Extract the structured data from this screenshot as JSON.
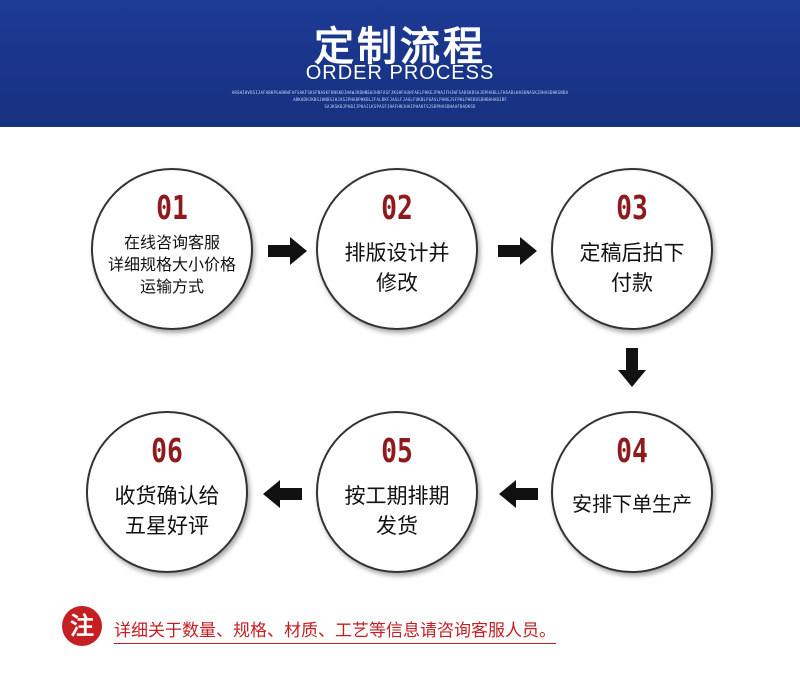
{
  "header": {
    "title": "定制流程",
    "subtitle": "ORDER PROCESS",
    "decor_line_1": "ABSHIHVOSIJAFABKPGABKWFAFSAKFSKSFNASKFKNSKDJHAWJKDHNEWJHDFASFJKSHFAUHFAELPHKEJPHAJFHJWFSADSKDSAJDPHABLLFHSADLHASKNASKJDHASDHKSNDA",
    "decor_line_2": "ABKADHJKBSJHNBSJHJASJPHABPHKBLJFALBKFJAGLFJAGLFUKBLPGASLPANGJSFPHLPHEBUSDHBAHABJBF",
    "decor_line_3": "SAJKSKBJPABJJPHAJLKSPASFJHAFHNJHAIPHAKFSJSDPHASDHAAFBADKSD"
  },
  "steps": [
    {
      "number": "01",
      "label": "在线咨询客服\n详细规格大小价格\n运输方式"
    },
    {
      "number": "02",
      "label": "排版设计并\n修改"
    },
    {
      "number": "03",
      "label": "定稿后拍下\n付款"
    },
    {
      "number": "04",
      "label": "安排下单生产"
    },
    {
      "number": "05",
      "label": "按工期排期\n发货"
    },
    {
      "number": "06",
      "label": "收货确认给\n五星好评"
    }
  ],
  "note": {
    "badge": "注",
    "text": "详细关于数量、规格、材质、工艺等信息请咨询客服人员。"
  },
  "colors": {
    "header_bg": "#1a3589",
    "number": "#8e1a1d",
    "note": "#c51e23"
  }
}
